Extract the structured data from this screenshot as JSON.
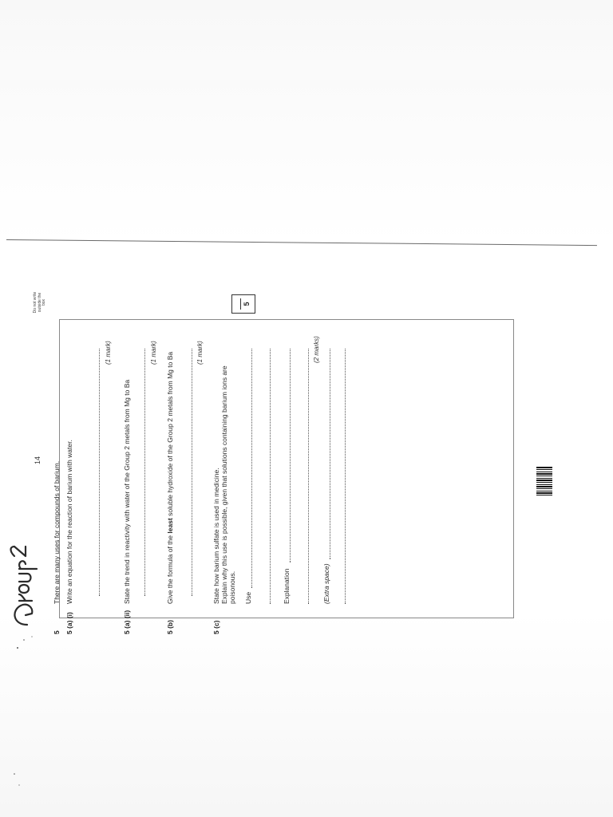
{
  "handwriting": "Group 2",
  "page_number": "14",
  "margin_note": [
    "Do not write",
    "outside the",
    "box"
  ],
  "intro": "There are many uses for compounds of barium.",
  "questions": [
    {
      "number": "5",
      "text": "There are many uses for compounds of barium."
    },
    {
      "number": "5 (a) (i)",
      "text": "Write an equation for the reaction of barium with water.",
      "mark": "(1 mark)"
    },
    {
      "number": "5 (a) (ii)",
      "text": "State the trend in reactivity with water of the Group 2 metals from Mg to Ba",
      "mark": "(1 mark)"
    },
    {
      "number": "5 (b)",
      "text_before_bold": "Give the formula of the ",
      "bold_word": "least",
      "text_after_bold": " soluble hydroxide of the Group 2 metals from Mg to Ba",
      "mark": "(1 mark)"
    },
    {
      "number": "5 (c)",
      "lines": [
        "State how barium sulfate is used in medicine.",
        "Explain why this use is possible, given that solutions containing barium ions are",
        "poisonous."
      ],
      "use_label": "Use",
      "explanation_label": "Explanation",
      "extra_space_label": "(Extra space)",
      "mark": "(2 marks)"
    }
  ],
  "score_total": "5"
}
